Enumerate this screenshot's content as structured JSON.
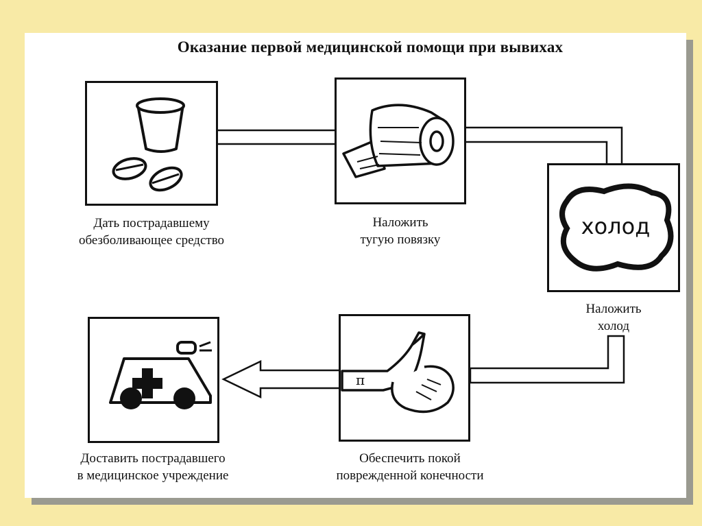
{
  "title": "Оказание первой медицинской помощи при вывихах",
  "colors": {
    "background": "#f8eaa6",
    "paper": "#ffffff",
    "ink": "#111111",
    "shadow": "#9a9a90"
  },
  "steps": [
    {
      "icon": "cup-and-pills-icon",
      "caption": [
        "Дать пострадавшему",
        "обезболивающее средство"
      ]
    },
    {
      "icon": "bandage-roll-icon",
      "caption": [
        "Наложить",
        "тугую повязку"
      ]
    },
    {
      "icon": "cold-pack-icon",
      "label": "холод",
      "caption": [
        "Наложить",
        "холод"
      ]
    },
    {
      "icon": "resting-limb-icon",
      "caption": [
        "Обеспечить покой",
        "поврежденной конечности"
      ]
    },
    {
      "icon": "ambulance-icon",
      "caption": [
        "Доставить пострадавшего",
        "в медицинское учреждение"
      ]
    }
  ]
}
